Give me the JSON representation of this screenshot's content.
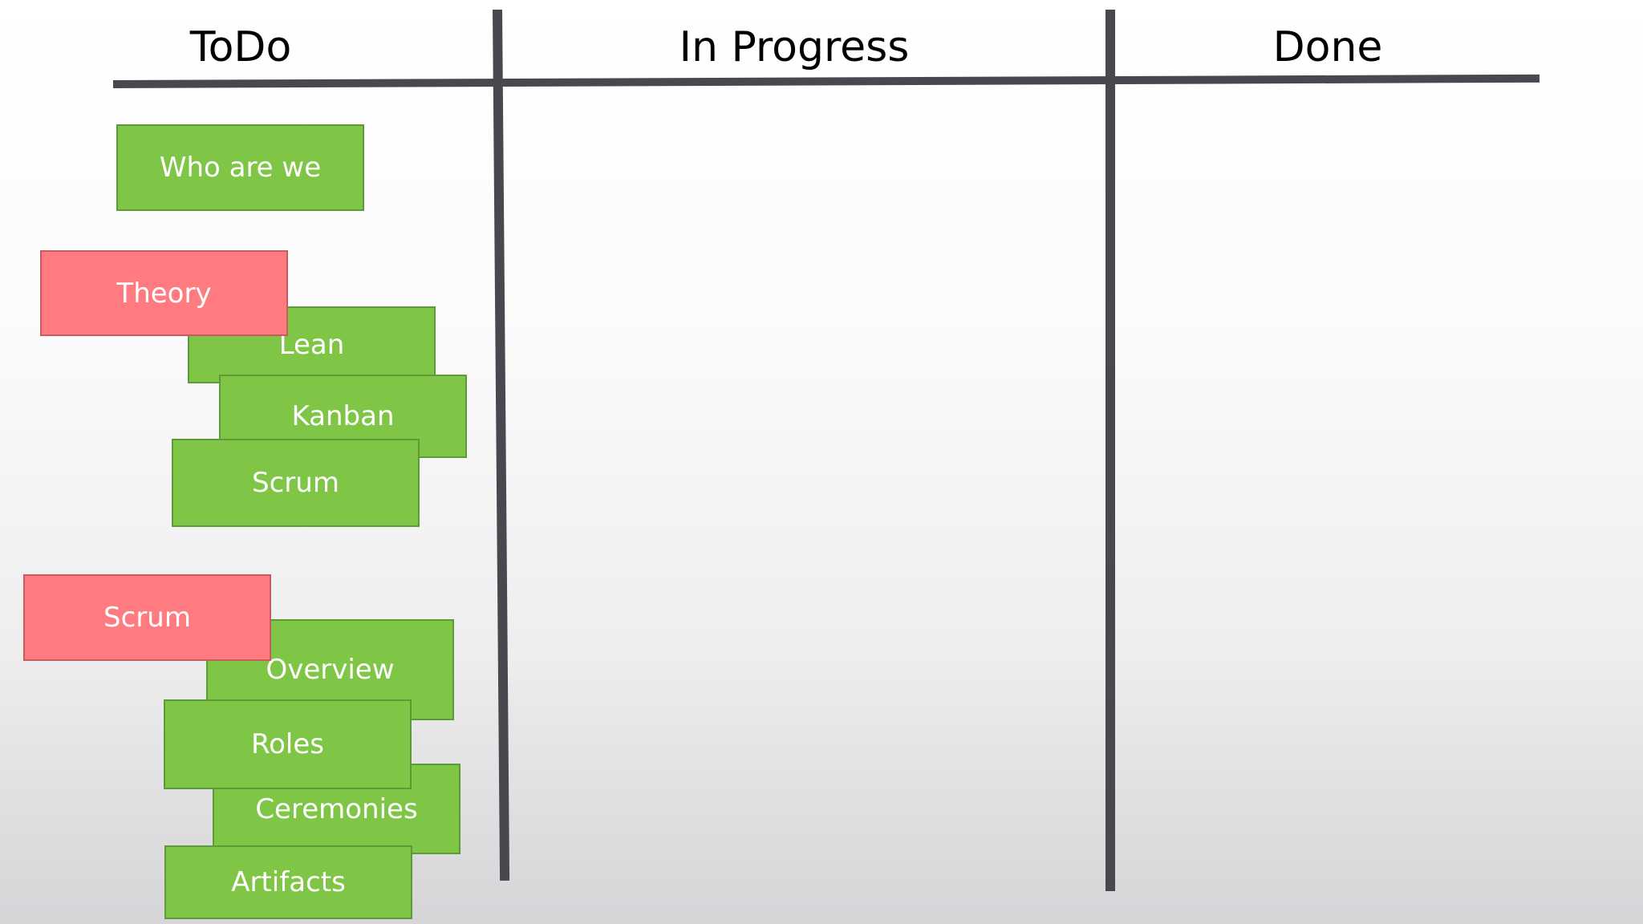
{
  "columns": {
    "todo": "ToDo",
    "in_progress": "In Progress",
    "done": "Done"
  },
  "cards": {
    "who_are_we": "Who are we",
    "theory": "Theory",
    "lean": "Lean",
    "kanban": "Kanban",
    "scrum_theory": "Scrum",
    "scrum_group": "Scrum",
    "overview": "Overview",
    "roles": "Roles",
    "ceremonies": "Ceremonies",
    "artifacts": "Artifacts"
  },
  "colors": {
    "task_card": "#7fc646",
    "section_card": "#ff7b80",
    "board_lines": "#48484f"
  }
}
